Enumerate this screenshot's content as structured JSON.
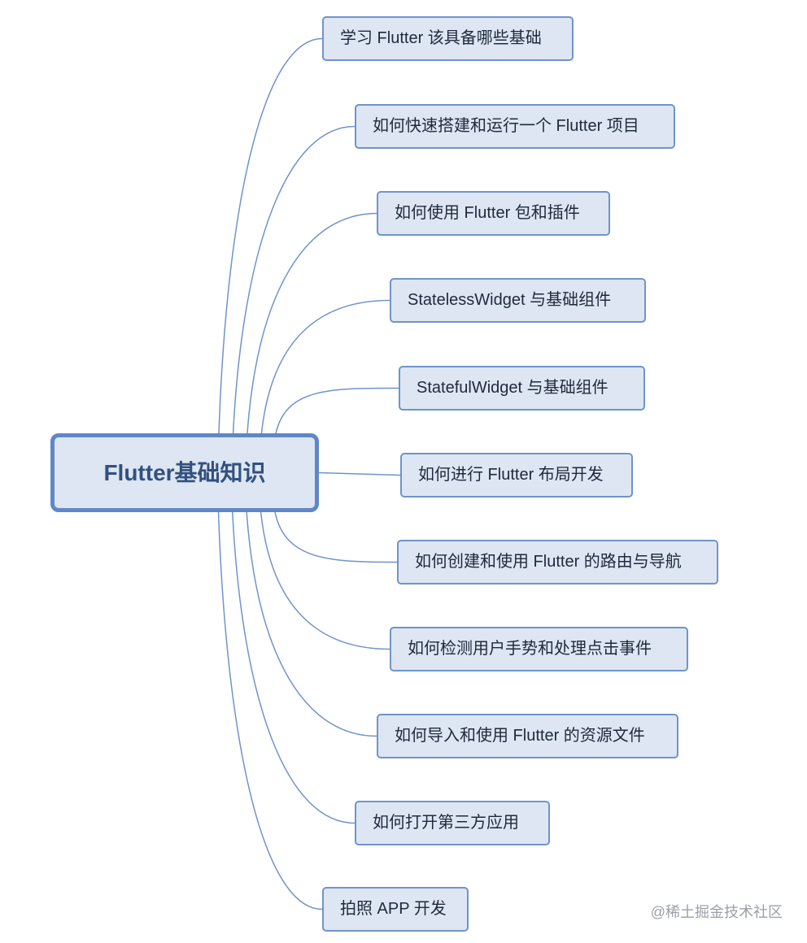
{
  "root": {
    "label": "Flutter基础知识"
  },
  "topics": [
    {
      "label": "学习 Flutter 该具备哪些基础"
    },
    {
      "label": "如何快速搭建和运行一个 Flutter 项目"
    },
    {
      "label": "如何使用 Flutter 包和插件"
    },
    {
      "label": "StatelessWidget 与基础组件"
    },
    {
      "label": "StatefulWidget 与基础组件"
    },
    {
      "label": "如何进行 Flutter 布局开发"
    },
    {
      "label": "如何创建和使用 Flutter 的路由与导航"
    },
    {
      "label": "如何检测用户手势和处理点击事件"
    },
    {
      "label": "如何导入和使用 Flutter 的资源文件"
    },
    {
      "label": "如何打开第三方应用"
    },
    {
      "label": "拍照 APP 开发"
    }
  ],
  "watermark": "@稀土掘金技术社区",
  "colors": {
    "node_fill": "#dde6f2",
    "node_border": "#6f94cb",
    "connector": "#6f94cb",
    "root_text": "#33507f"
  }
}
